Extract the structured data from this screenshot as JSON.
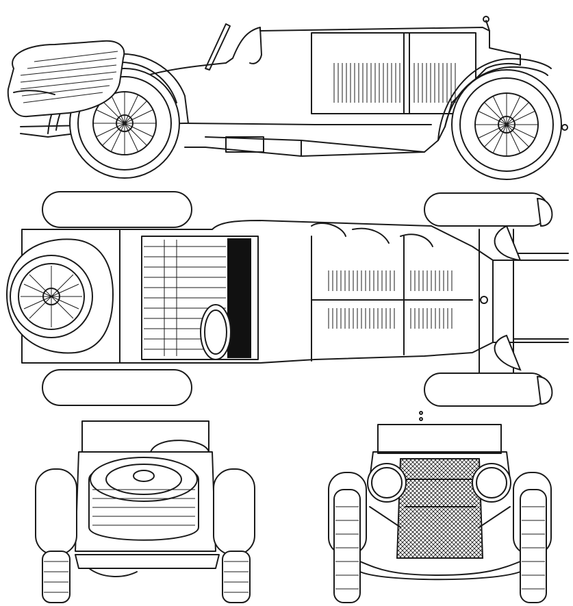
{
  "drawing": {
    "subject": "",
    "views": [
      {
        "id": "side",
        "label": ""
      },
      {
        "id": "top",
        "label": ""
      },
      {
        "id": "rear",
        "label": ""
      },
      {
        "id": "front",
        "label": ""
      }
    ],
    "colors": {
      "line": "#1a1a1a",
      "background": "#ffffff",
      "fill_dark": "#111111"
    }
  }
}
